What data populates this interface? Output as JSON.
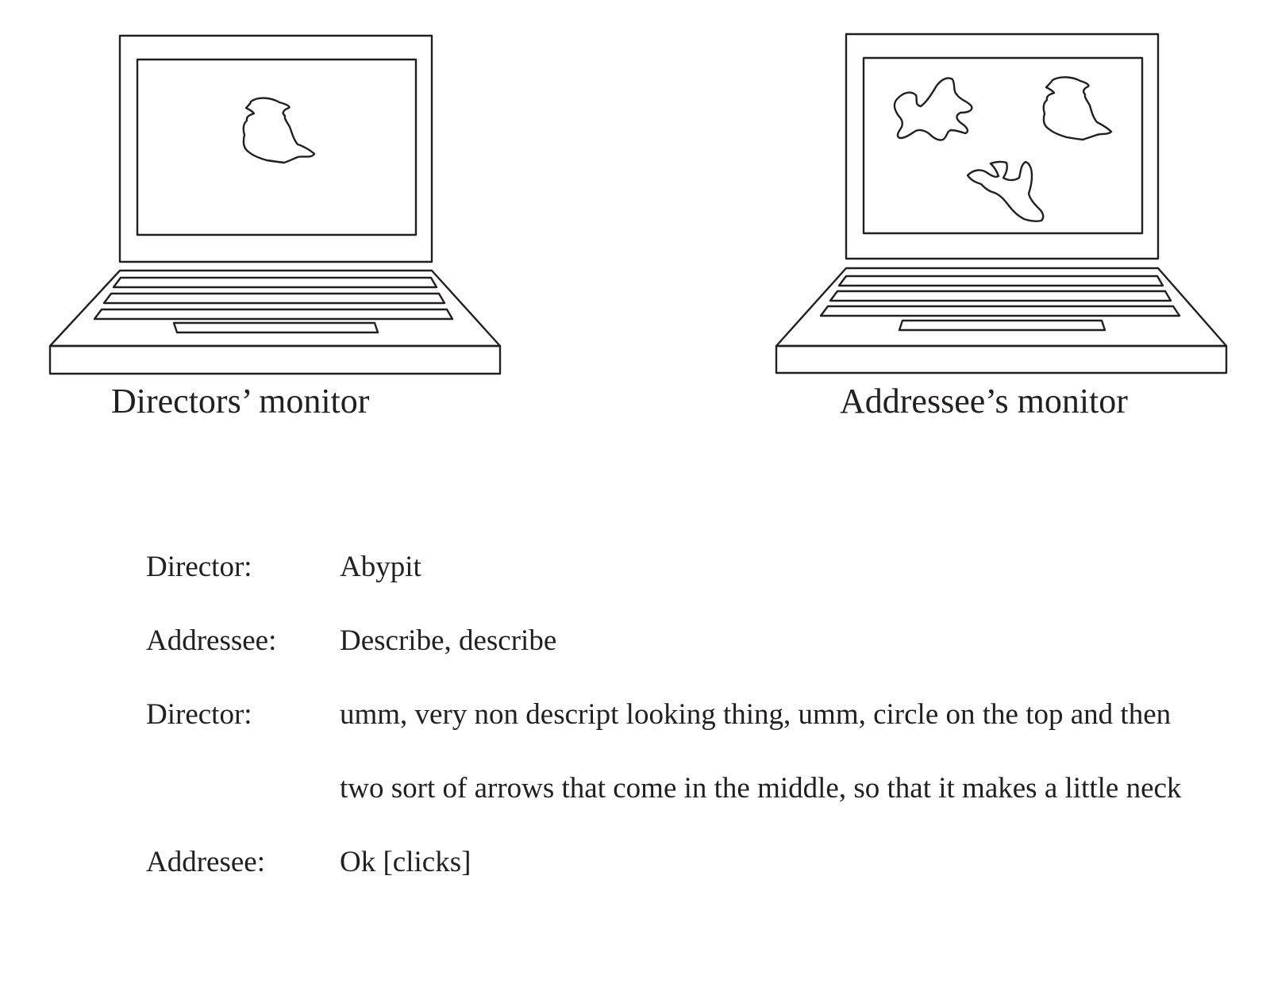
{
  "monitors": {
    "director": {
      "caption": "Directors’ monitor"
    },
    "addressee": {
      "caption": "Addressee’s monitor"
    }
  },
  "transcript": [
    {
      "speaker": "Director:",
      "text": "Abypit"
    },
    {
      "speaker": "Addressee:",
      "text": "Describe, describe"
    },
    {
      "speaker": "Director:",
      "text": "umm, very non descript looking thing, umm, circle on the top and then two sort of arrows that come in the middle, so that it makes a little neck"
    },
    {
      "speaker": "Addresee:",
      "text": "Ok [clicks]"
    }
  ],
  "colors": {
    "ink": "#231f20",
    "background": "#ffffff"
  }
}
